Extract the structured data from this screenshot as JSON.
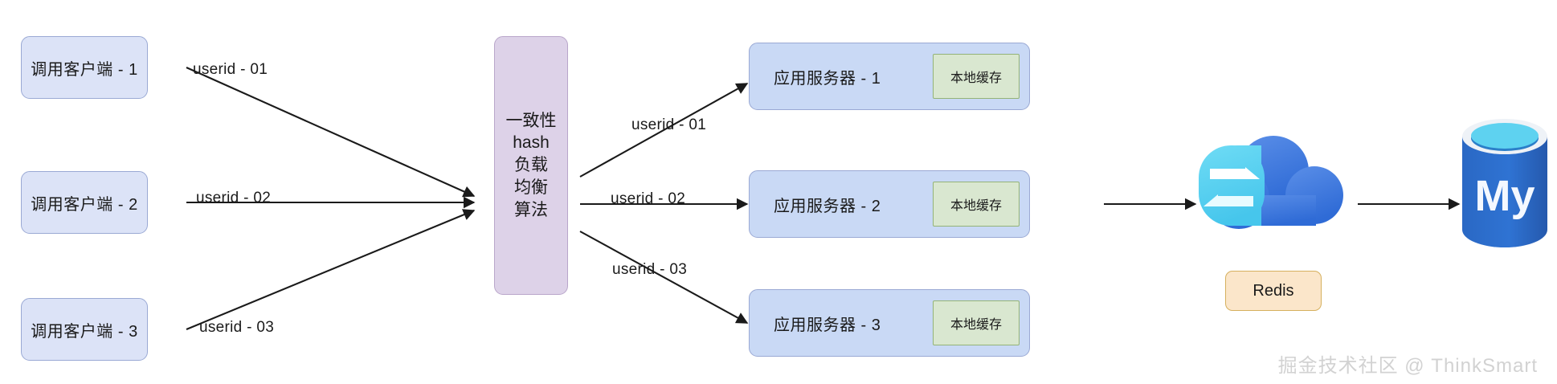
{
  "diagram": {
    "title": "consistent-hash-load-balancing-architecture",
    "watermark": "掘金技术社区 @ ThinkSmart"
  },
  "clients": [
    {
      "label": "调用客户端 - 1",
      "edge_label": "userid - 01"
    },
    {
      "label": "调用客户端 - 2",
      "edge_label": "userid - 02"
    },
    {
      "label": "调用客户端 - 3",
      "edge_label": "userid - 03"
    }
  ],
  "balancer": {
    "lines": [
      "一致性",
      "hash",
      "负载",
      "均衡",
      "算法"
    ]
  },
  "servers": [
    {
      "label": "应用服务器 - 1",
      "cache_label": "本地缓存",
      "edge_label": "userid - 01"
    },
    {
      "label": "应用服务器 - 2",
      "cache_label": "本地缓存",
      "edge_label": "userid - 02"
    },
    {
      "label": "应用服务器 - 3",
      "cache_label": "本地缓存",
      "edge_label": "userid - 03"
    }
  ],
  "cache_tier": {
    "icon": "redis-cloud-icon",
    "label": "Redis"
  },
  "database": {
    "icon": "mysql-database-icon",
    "label": "My"
  },
  "colors": {
    "client_fill": "#dce3f7",
    "client_stroke": "#9aa9d4",
    "balancer_fill": "#ddd2e8",
    "balancer_stroke": "#b9a6ca",
    "server_fill": "#c9d9f5",
    "server_stroke": "#9aa9d4",
    "cache_fill": "#d9e7d0",
    "cache_stroke": "#94b377",
    "redis_label_fill": "#fbe6ca",
    "redis_label_stroke": "#d6b05e",
    "cloud_blue": "#4a7fe0",
    "badge_cyan": "#5ed2f0",
    "db_blue": "#2a68c4",
    "arrow": "#1a1a1a"
  }
}
